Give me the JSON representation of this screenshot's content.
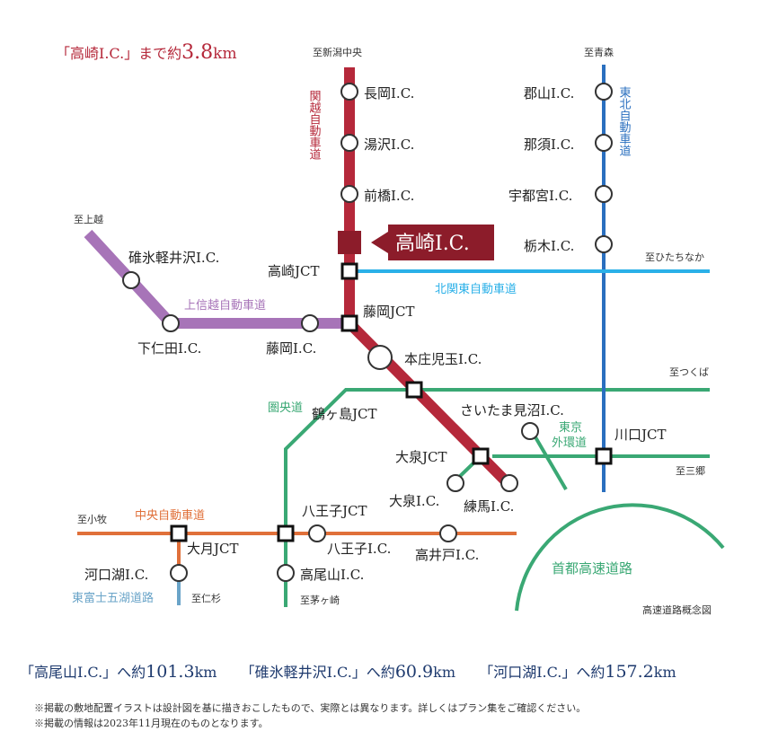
{
  "headline": {
    "prefix": "「高崎I.C.」まで約",
    "value": "3.8",
    "unit": "km"
  },
  "current_ic_label": "高崎I.C.",
  "caption": "高速道路概念図",
  "expressway_labels": {
    "kanetsu": "関越自動車道",
    "tohoku": "東北自動車道",
    "kita_kanto": "北関東自動車道",
    "joshinetsu": "上信越自動車道",
    "kenodo": "圏央道",
    "chuo": "中央自動車道",
    "fujigoko": "東富士五湖道路",
    "gaikan": "東京外環道",
    "shuto": "首都高速道路"
  },
  "directions": {
    "niigata": "至新潟中央",
    "aomori": "至青森",
    "joetsu": "至上越",
    "hitachinaka": "至ひたちなか",
    "tsukuba": "至つくば",
    "misato": "至三郷",
    "komaki": "至小牧",
    "nirasaki": "至仁杉",
    "chigasaki": "至茅ヶ崎"
  },
  "stations": {
    "nagaoka": "長岡I.C.",
    "yuzawa": "湯沢I.C.",
    "maebashi": "前橋I.C.",
    "takasaki_jct": "高崎JCT",
    "fujioka_jct": "藤岡JCT",
    "honjo": "本庄児玉I.C.",
    "tsurugashima": "鶴ヶ島JCT",
    "oizumi_jct": "大泉JCT",
    "oizumi": "大泉I.C.",
    "nerima": "練馬I.C.",
    "koriyama": "郡山I.C.",
    "nasu": "那須I.C.",
    "utsunomiya": "宇都宮I.C.",
    "tochigi": "栃木I.C.",
    "kawaguchi_jct": "川口JCT",
    "saitama_minuma": "さいたま見沼I.C.",
    "usui": "碓氷軽井沢I.C.",
    "shimonita": "下仁田I.C.",
    "fujioka": "藤岡I.C.",
    "hachioji_jct": "八王子JCT",
    "hachioji": "八王子I.C.",
    "takaido": "高井戸I.C.",
    "takaosan": "高尾山I.C.",
    "otsuki_jct": "大月JCT",
    "kawaguchiko": "河口湖I.C."
  },
  "distances": [
    {
      "label": "「高尾山I.C.」へ約",
      "value": "101.3",
      "unit": "km"
    },
    {
      "label": "「碓氷軽井沢I.C.」へ約",
      "value": "60.9",
      "unit": "km"
    },
    {
      "label": "「河口湖I.C.」へ約",
      "value": "157.2",
      "unit": "km"
    }
  ],
  "notes": [
    "※掲載の敷地配置イラストは設計図を基に描きおこしたもので、実際とは異なります。詳しくはプラン集をご確認ください。",
    "※掲載の情報は2023年11月現在のものとなります。"
  ],
  "colors": {
    "kanetsu": "#b5283a",
    "tohoku": "#2a6fbf",
    "kita_kanto": "#2ab0e8",
    "joshinetsu": "#a774b8",
    "kenodo": "#3aa874",
    "chuo": "#e0703a",
    "fujigoko": "#6aa4c8",
    "headline": "#b5283a",
    "current_ic": "#8c1c2a"
  }
}
